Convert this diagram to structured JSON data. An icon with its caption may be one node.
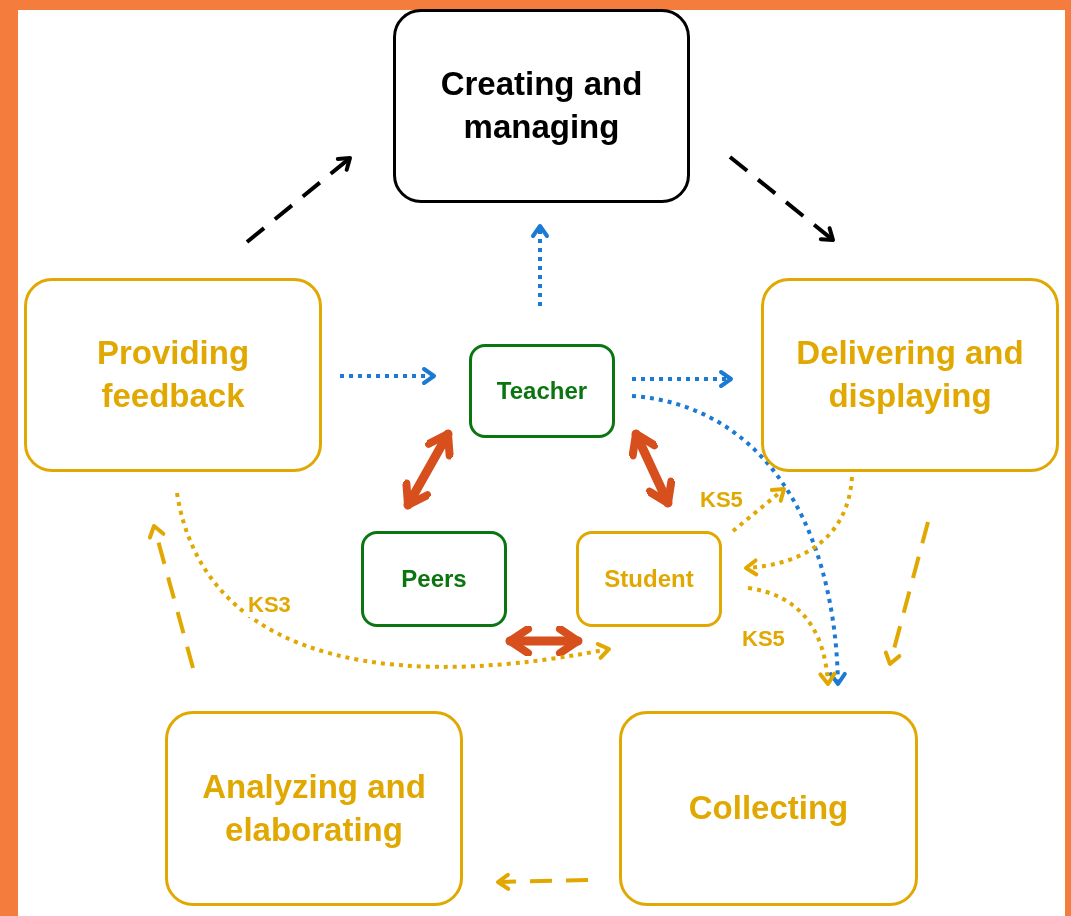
{
  "diagram": {
    "nodes": [
      {
        "text": [
          "Creating and managing"
        ]
      },
      {
        "text": [
          "Providing feedback"
        ]
      },
      {
        "text": [
          "Teacher"
        ]
      },
      {
        "text": [
          "Delivering and displaying"
        ]
      },
      {
        "text": [
          "Peers"
        ]
      },
      {
        "text": [
          "Student"
        ]
      },
      {
        "text": [
          "Analyzing and elaborating"
        ]
      },
      {
        "text": [
          "Collecting"
        ]
      }
    ],
    "edges": [
      {
        "from": 1,
        "to": 0,
        "arrow": "to",
        "style": "dashed",
        "color": "#000000"
      },
      {
        "from": 0,
        "to": 3,
        "arrow": "to",
        "style": "dashed",
        "color": "#000000"
      },
      {
        "from": 2,
        "to": 0,
        "arrow": "to",
        "style": "dashed",
        "color": "#1a7ad4"
      },
      {
        "from": 1,
        "to": 2,
        "arrow": "to",
        "style": "dashed",
        "color": "#1a7ad4"
      },
      {
        "from": 2,
        "to": 3,
        "arrow": "to",
        "style": "dashed",
        "color": "#1a7ad4"
      },
      {
        "from": 2,
        "to": 7,
        "arrow": "to",
        "style": "dashed",
        "color": "#1a7ad4"
      },
      {
        "from": 2,
        "to": 4,
        "arrow": "both",
        "style": "thick",
        "color": "#d64f1c"
      },
      {
        "from": 2,
        "to": 5,
        "arrow": "both",
        "style": "thick",
        "color": "#d64f1c"
      },
      {
        "from": 4,
        "to": 5,
        "arrow": "both",
        "style": "thick",
        "color": "#d64f1c"
      },
      {
        "from": 5,
        "to": 3,
        "arrow": "to",
        "label": "KS5",
        "style": "dashed"
      },
      {
        "from": 3,
        "to": 5,
        "arrow": "to",
        "style": "dashed"
      },
      {
        "from": 5,
        "to": 7,
        "arrow": "to",
        "label": "KS5",
        "style": "dashed"
      },
      {
        "from": 1,
        "to": 5,
        "arrow": "to",
        "label": "KS3",
        "style": "dashed"
      },
      {
        "from": 3,
        "to": 7,
        "arrow": "to",
        "style": "dashed"
      },
      {
        "from": 7,
        "to": 6,
        "arrow": "to",
        "style": "dashed"
      },
      {
        "from": 6,
        "to": 1,
        "arrow": "to",
        "style": "dashed"
      }
    ]
  }
}
